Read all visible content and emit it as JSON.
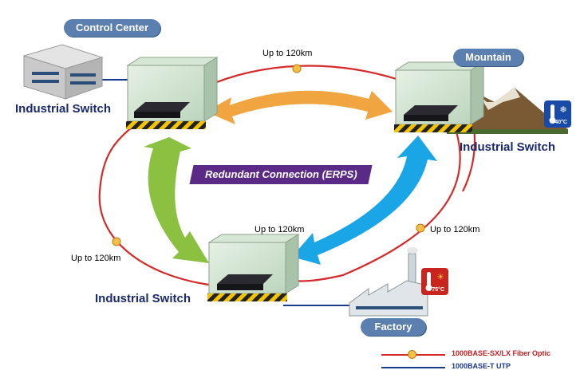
{
  "locations": {
    "control_center": "Control Center",
    "mountain": "Mountain",
    "factory": "Factory"
  },
  "switch_labels": {
    "top_left": "Industrial Switch",
    "top_right": "Industrial Switch",
    "bottom": "Industrial Switch"
  },
  "distances": {
    "top": "Up to 120km",
    "left": "Up to 120km",
    "right": "Up to 120km",
    "center_bottom": "Up to 120km"
  },
  "erps_label": "Redundant Connection (ERPS)",
  "temperatures": {
    "cold": "-40°C",
    "hot": "75°C"
  },
  "legend": {
    "fiber": "1000BASE-SX/LX Fiber Optic",
    "utp": "1000BASE-T UTP"
  },
  "colors": {
    "fiber_ring": "#d42a2a",
    "utp_line": "#1a3a8c",
    "arrow_orange": "#f0a540",
    "arrow_green": "#8cc040",
    "arrow_blue": "#1aa6e6",
    "label_pill": "#5b7fae",
    "erps_banner": "#5b2a86"
  }
}
